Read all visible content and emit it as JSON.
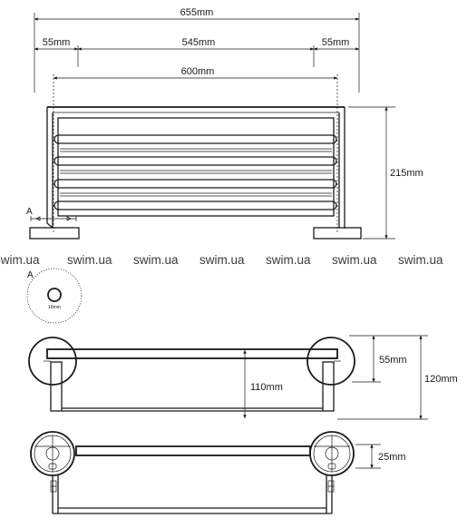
{
  "dimensions": {
    "overall_width": "655mm",
    "left_offset": "55mm",
    "span": "545mm",
    "right_offset": "55mm",
    "bar_width": "600mm",
    "height": "215mm",
    "rail_height": "55mm",
    "rail_depth": "110mm",
    "total_depth": "120mm",
    "mount_height": "25mm",
    "rosette_diameter": "18mm"
  },
  "labels": {
    "detail_a": "A",
    "detail_a_view": "A"
  },
  "watermark": {
    "items": [
      "swim.ua",
      "swim.ua",
      "swim.ua",
      "swim.ua",
      "swim.ua",
      "swim.ua",
      "swim.ua"
    ]
  }
}
